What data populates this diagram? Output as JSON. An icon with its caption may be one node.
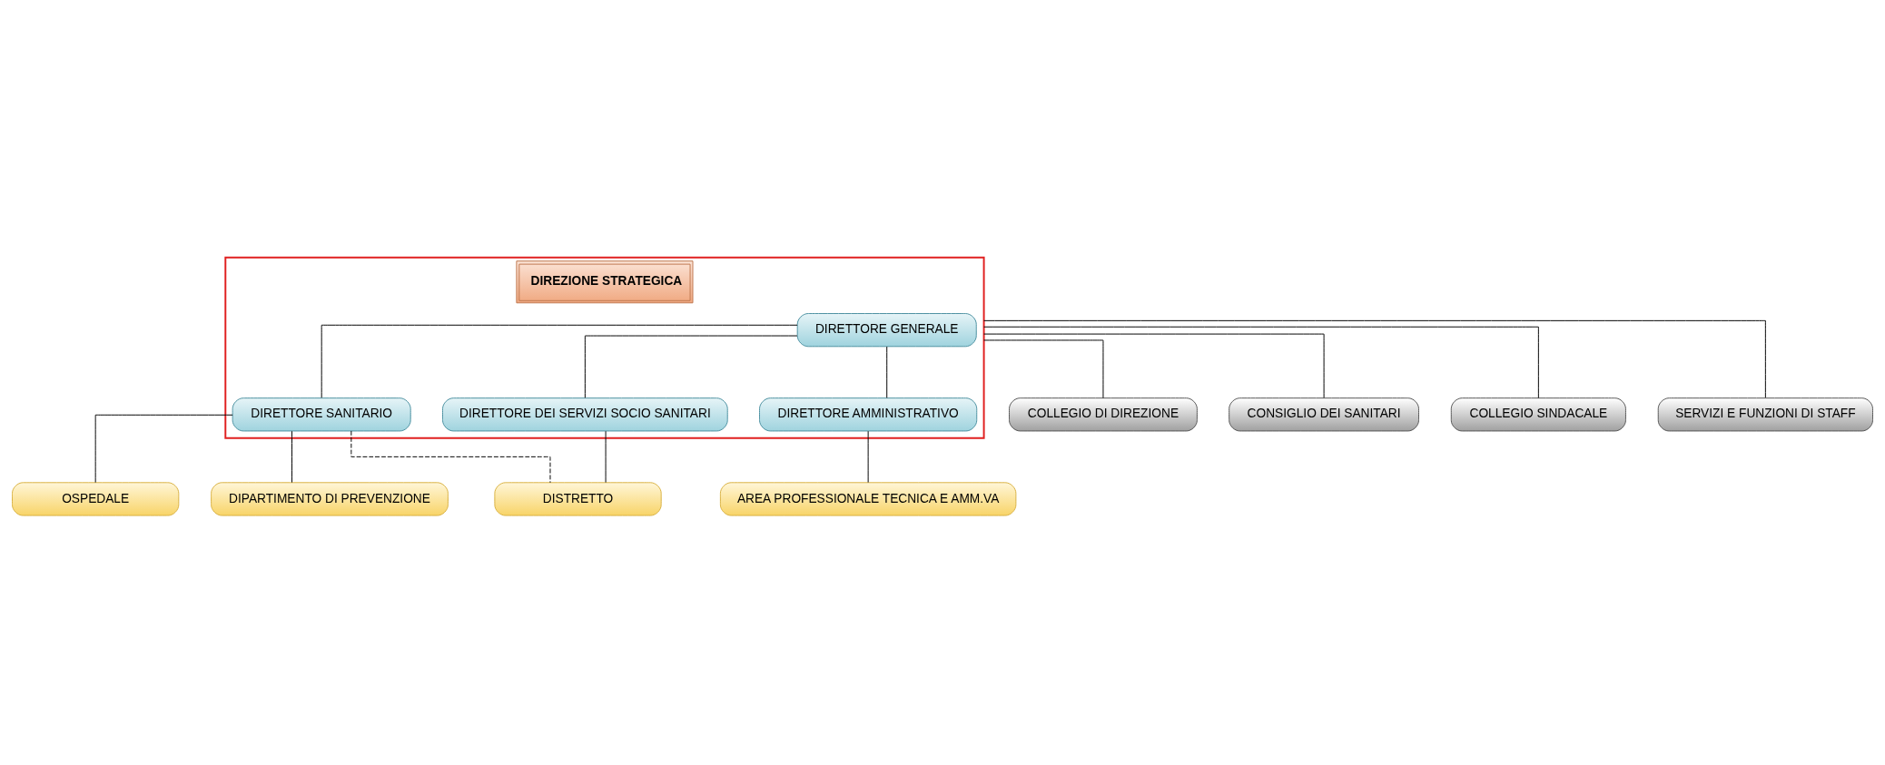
{
  "diagram": {
    "nodes": [
      {
        "text": [
          "DIREZIONE STRATEGICA"
        ]
      },
      {
        "text": [
          "COLLEGIO DI DIREZIONE"
        ]
      },
      {
        "text": [
          "CONSIGLIO DEI SANITARI"
        ]
      },
      {
        "text": [
          "COLLEGIO SINDACALE"
        ]
      },
      {
        "text": [
          "SERVIZI E FUNZIONI DI STAFF"
        ]
      },
      {
        "text": [
          "DIRETTORE GENERALE"
        ],
        "in": 0
      },
      {
        "text": [
          "DIRETTORE SANITARIO"
        ],
        "in": 0
      },
      {
        "text": [
          "DIRETTORE DEI SERVIZI SOCIO SANITARI"
        ],
        "in": 0
      },
      {
        "text": [
          "DIRETTORE AMMINISTRATIVO"
        ],
        "in": 0
      },
      {
        "text": [
          "OSPEDALE"
        ]
      },
      {
        "text": [
          "DIPARTIMENTO DI PREVENZIONE"
        ]
      },
      {
        "text": [
          "DISTRETTO"
        ]
      },
      {
        "text": [
          "AREA PROFESSIONALE TECNICA E AMM.VA"
        ]
      }
    ],
    "edges": [
      {
        "from": 0,
        "to": 1,
        "arrow": "none"
      },
      {
        "from": 0,
        "to": 2,
        "arrow": "none"
      },
      {
        "from": 0,
        "to": 3,
        "arrow": "none"
      },
      {
        "from": 0,
        "to": 4,
        "arrow": "none"
      },
      {
        "from": 5,
        "to": 6,
        "arrow": "none"
      },
      {
        "from": 5,
        "to": 7,
        "arrow": "none"
      },
      {
        "from": 5,
        "to": 8,
        "arrow": "none"
      },
      {
        "from": 6,
        "to": 9,
        "arrow": "none"
      },
      {
        "from": 6,
        "to": 10,
        "arrow": "none"
      },
      {
        "from": 6,
        "to": 11,
        "arrow": "none",
        "style": "dashed"
      },
      {
        "from": 7,
        "to": 11,
        "arrow": "none"
      },
      {
        "from": 8,
        "to": 12,
        "arrow": "none"
      }
    ]
  }
}
